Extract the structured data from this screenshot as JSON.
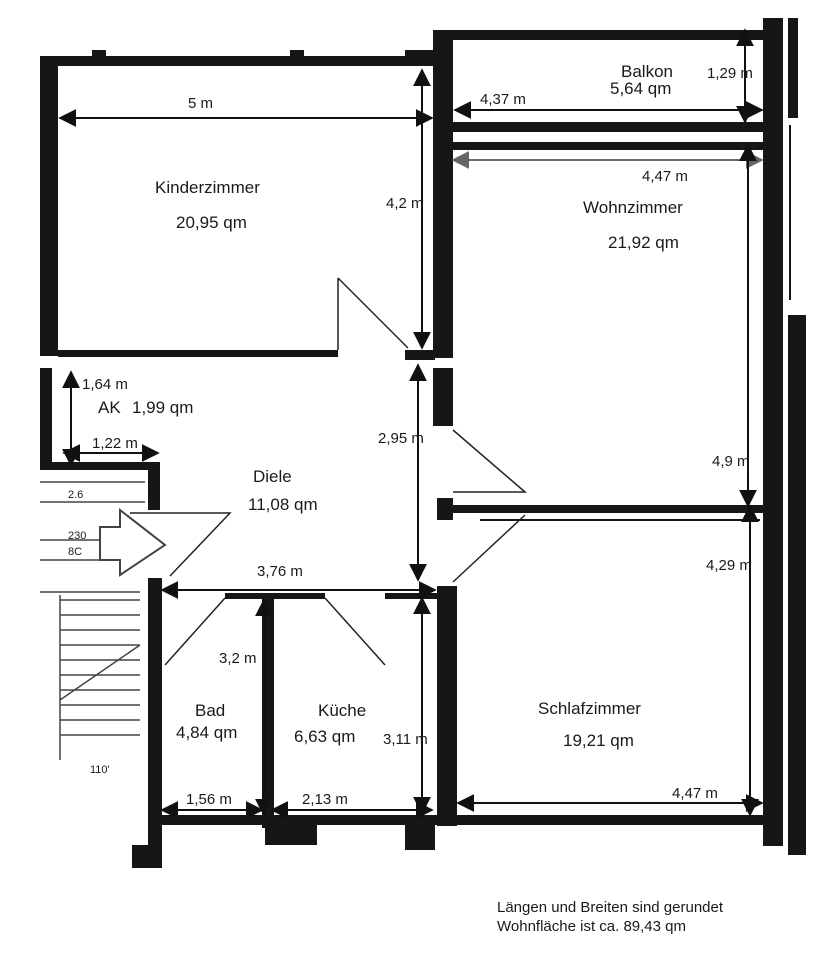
{
  "rooms": {
    "balkon": {
      "name": "Balkon",
      "area": "5,64 qm"
    },
    "kinderzimmer": {
      "name": "Kinderzimmer",
      "area": "20,95 qm"
    },
    "wohnzimmer": {
      "name": "Wohnzimmer",
      "area": "21,92 qm"
    },
    "ak": {
      "name": "AK",
      "area": "1,99 qm"
    },
    "diele": {
      "name": "Diele",
      "area": "11,08 qm"
    },
    "bad": {
      "name": "Bad",
      "area": "4,84 qm"
    },
    "kueche": {
      "name": "Küche",
      "area": "6,63 qm"
    },
    "schlafzimmer": {
      "name": "Schlafzimmer",
      "area": "19,21 qm"
    }
  },
  "dimensions": {
    "kinder_width": "5 m",
    "kinder_height": "4,2 m",
    "balkon_width": "4,37 m",
    "balkon_height": "1,29 m",
    "wohn_width": "4,47 m",
    "wohn_height": "4,9 m",
    "ak_height": "1,64 m",
    "ak_width": "1,22 m",
    "diele_height": "2,95 m",
    "diele_width": "3,76 m",
    "bad_height": "3,2 m",
    "bad_width": "1,56 m",
    "kueche_width": "2,13 m",
    "kueche_height": "3,11 m",
    "schlaf_height": "4,29 m",
    "schlaf_width": "4,47 m"
  },
  "plan_marks": {
    "stair_a": "2.6",
    "stair_b": "230",
    "stair_c": "8C",
    "stair_d": "110'"
  },
  "notes": {
    "line1": "Längen und Breiten sind gerundet",
    "line2": "Wohnfläche ist ca. 89,43 qm"
  }
}
